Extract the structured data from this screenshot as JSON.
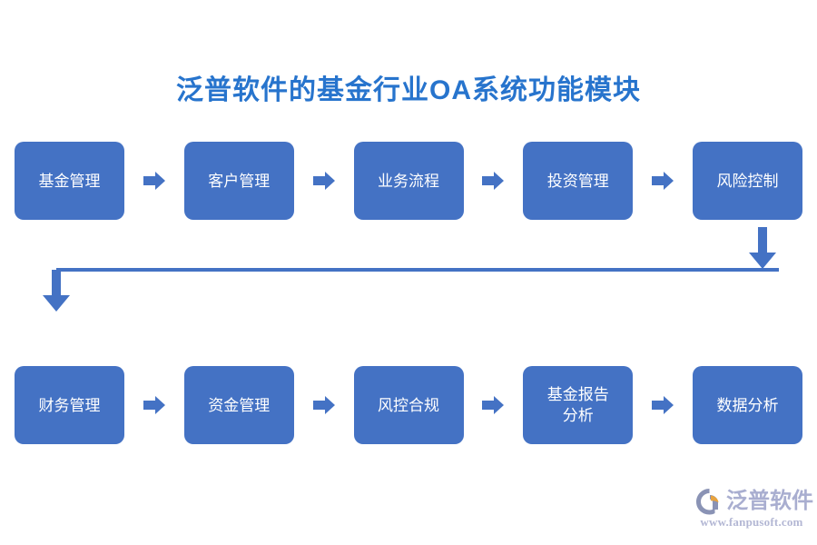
{
  "page": {
    "title": "泛普软件的基金行业OA系统功能模块",
    "background_color": "#ffffff",
    "title_color": "#2774cd",
    "node_color": "#4472c4",
    "node_text_color": "#ffffff",
    "connector_color": "#4472c4"
  },
  "flow": {
    "row1": [
      {
        "label": "基金管理"
      },
      {
        "label": "客户管理"
      },
      {
        "label": "业务流程"
      },
      {
        "label": "投资管理"
      },
      {
        "label": "风险控制"
      }
    ],
    "row2": [
      {
        "label": "财务管理"
      },
      {
        "label": "资金管理"
      },
      {
        "label": "风控合规"
      },
      {
        "label": "基金报告\n分析"
      },
      {
        "label": "数据分析"
      }
    ],
    "arrow_icon": "arrow-right-icon",
    "connector_down_icon": "arrow-down-icon"
  },
  "logo": {
    "name": "泛普软件",
    "url": "www.fanpusoft.com",
    "text_color": "#a9aed0",
    "url_color": "#b3b7d4",
    "mark_primary_color": "#8a93b5",
    "mark_accent_color": "#e8a33d"
  }
}
